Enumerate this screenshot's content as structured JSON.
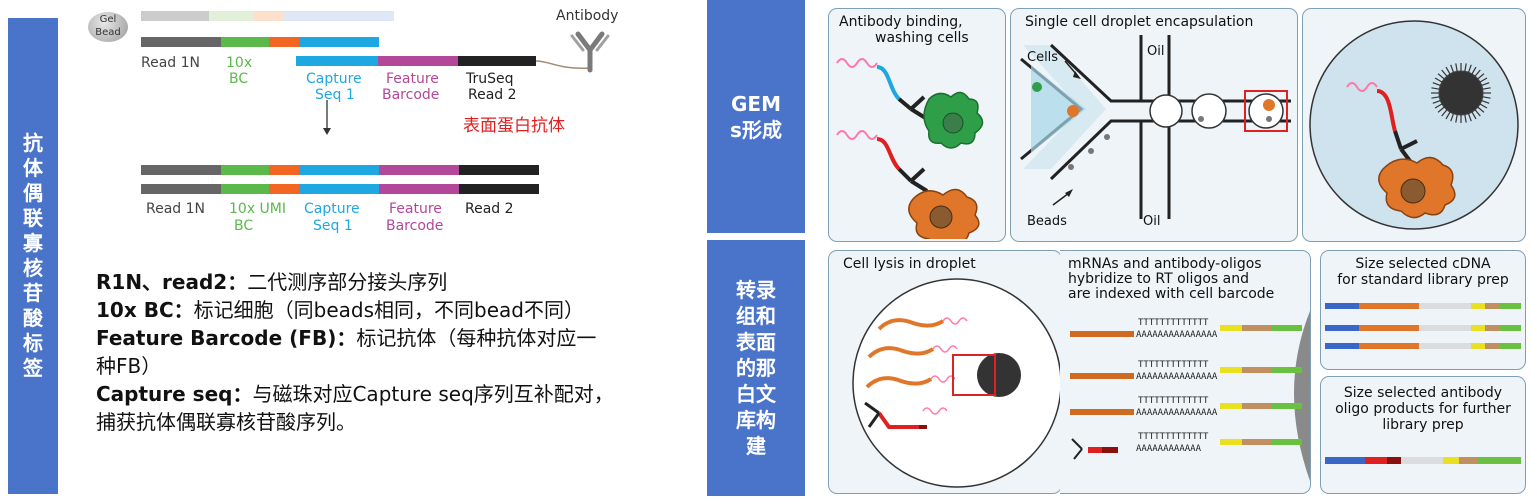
{
  "left_bar": {
    "text": "抗体偶联寡核苷酸标签"
  },
  "mid_bar_top": {
    "text": "GEMs形成"
  },
  "mid_bar_bottom": {
    "text": "转录组和表面的那白文库构建"
  },
  "construct": {
    "gel_bead": "Gel Bead",
    "antibody": "Antibody",
    "read1n": "Read 1N",
    "bc_10x_line1": "10x",
    "bc_10x_line2": "BC",
    "capture_line1": "Capture",
    "capture_line2": "Seq 1",
    "feature_line1": "Feature",
    "feature_line2": "Barcode",
    "truseq_line1": "TruSeq",
    "truseq_line2": "Read 2",
    "surface_protein": "表面蛋白抗体",
    "bottom_read1n": "Read 1N",
    "bottom_10x_line1": "10x UMI",
    "bottom_bc": "BC",
    "bottom_capture_line1": "Capture",
    "bottom_capture_line2": "Seq 1",
    "bottom_feature_line1": "Feature",
    "bottom_feature_line2": "Barcode",
    "bottom_read2": "Read 2"
  },
  "notes": {
    "r1n_bold": "R1N、read2：",
    "r1n_text": "二代测序部分接头序列",
    "bc_bold": "10x BC：",
    "bc_text": "标记细胞（同beads相同，不同bead不同）",
    "fb_bold": "Feature Barcode (FB)：",
    "fb_text": "标记抗体（每种抗体对应一种FB）",
    "cap_bold": "Capture seq：",
    "cap_text": "与磁珠对应Capture seq序列互补配对，捕获抗体偶联寡核苷酸序列。"
  },
  "panels": {
    "binding_line1": "Antibody binding,",
    "binding_line2": "washing cells",
    "encap_title": "Single cell droplet encapsulation",
    "cells": "Cells",
    "beads": "Beads",
    "oil_top": "Oil",
    "oil_bottom": "Oil",
    "lysis_title": "Cell lysis in droplet",
    "hyb_line1": "mRNAs and antibody-oligos",
    "hyb_line2": "hybridize to RT oligos and",
    "hyb_line3": "are indexed with cell barcode",
    "cdna_line1": "Size selected cDNA",
    "cdna_line2": "for standard library prep",
    "ab_line1": "Size selected antibody",
    "ab_line2": "oligo products for further",
    "ab_line3": "library prep",
    "polyT": "TTTTTTTTTTTTT",
    "polyA": "AAAAAAAAAAAAAAA",
    "polyA_short": "AAAAAAAAAAAA",
    "polyT_small": "TTTTTTTTTT",
    "polyA_small": "AAAAAAAAA"
  },
  "colors": {
    "bar_blue": "#4a74c9",
    "gray_dark": "#666666",
    "green": "#5bb84a",
    "orange": "#f26522",
    "cyan": "#1ea7e0",
    "magenta": "#b3479a",
    "black": "#222222",
    "red_text": "#e02020",
    "panel_border": "#7fa0b4"
  }
}
